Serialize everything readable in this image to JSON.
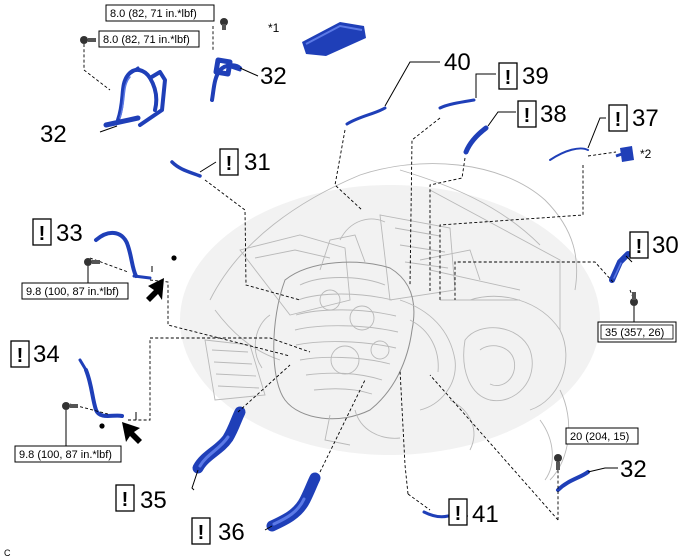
{
  "callouts": {
    "c30": "30",
    "c31": "31",
    "c32a": "32",
    "c32b": "32",
    "c32c": "32",
    "c33": "33",
    "c34": "34",
    "c35": "35",
    "c36": "36",
    "c37": "37",
    "c38": "38",
    "c39": "39",
    "c40": "40",
    "c41": "41"
  },
  "torques": {
    "t1": "8.0 (82, 71 in.*lbf)",
    "t2": "8.0 (82, 71 in.*lbf)",
    "t3": "9.8 (100, 87 in.*lbf)",
    "t4": "9.8 (100, 87 in.*lbf)",
    "t5": "35 (357, 26)",
    "t6": "20 (204, 15)"
  },
  "notes": {
    "star1": "*1",
    "star2": "*2"
  },
  "warning_symbol": "!",
  "corner_code": "C",
  "icons": [
    "warning-box-icon",
    "bolt-icon",
    "arrow-icon",
    "dot-icon"
  ],
  "colors": {
    "part_blue": "#1f3fb8",
    "part_highlight": "#5c7ae6",
    "engine_gray": "#b9b9b9"
  }
}
